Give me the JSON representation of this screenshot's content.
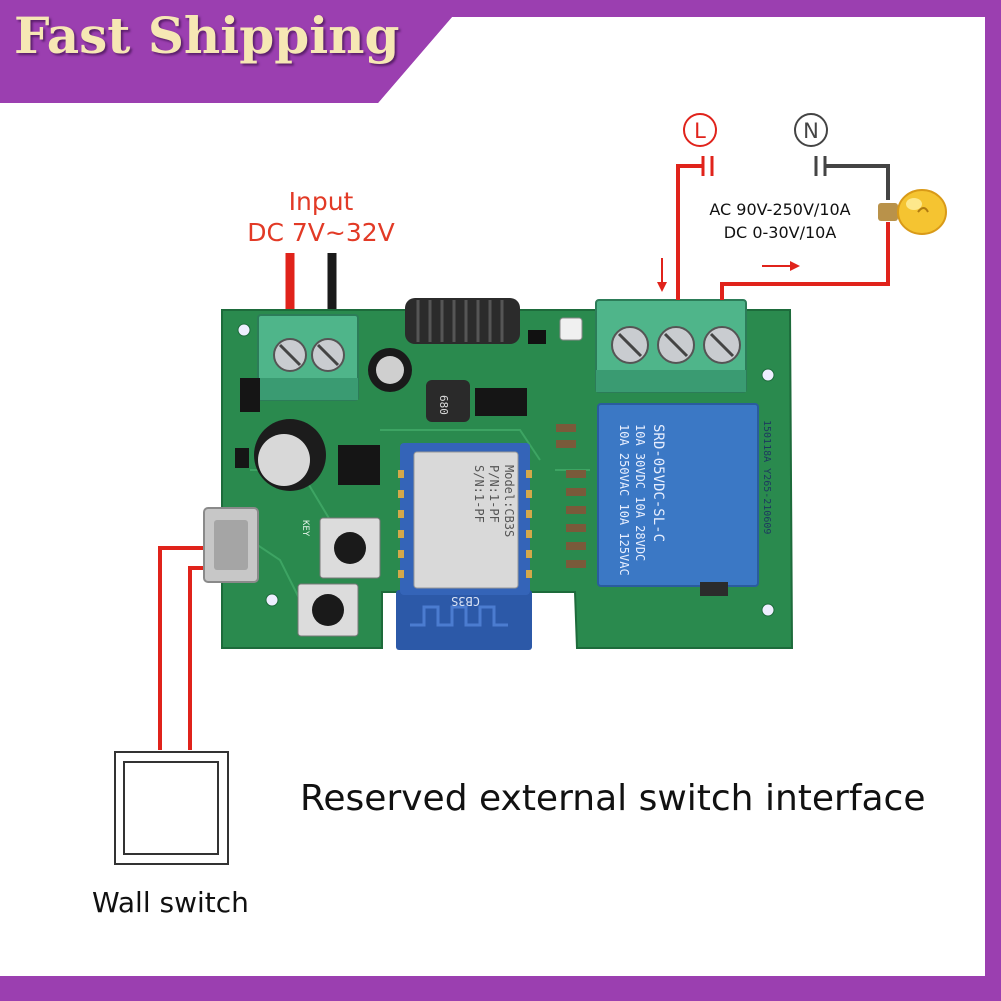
{
  "banner": {
    "title": "Fast Shipping"
  },
  "wiring": {
    "input_title": "Input",
    "input_voltage": "DC 7V~32V",
    "line_symbol": "L",
    "neutral_symbol": "N",
    "ac_rating": "AC 90V-250V/10A",
    "dc_rating": "DC 0-30V/10A"
  },
  "board": {
    "wifi_module": {
      "model": "Model:CB3S",
      "pn": "P/N:1-PF",
      "sn": "S/N:1-PF",
      "pcb_label": "CB3S"
    },
    "relay": {
      "line1": "10A 250VAC   10A 125VAC",
      "line2": "10A 30VDC   10A 28VDC",
      "line3": "SRD-05VDC-SL-C",
      "side": "150118A Y265-210609"
    },
    "inductor_label": "680",
    "key_label": "KEY"
  },
  "caption": {
    "interface": "Reserved external switch interface",
    "wall_switch": "Wall switch"
  },
  "colors": {
    "frame": "#9b3fb0",
    "wire_red": "#e0231b",
    "wire_dark": "#333333",
    "pcb_green": "#2a8a4e",
    "terminal_green": "#4fb58a",
    "relay_blue": "#3b78c5"
  }
}
